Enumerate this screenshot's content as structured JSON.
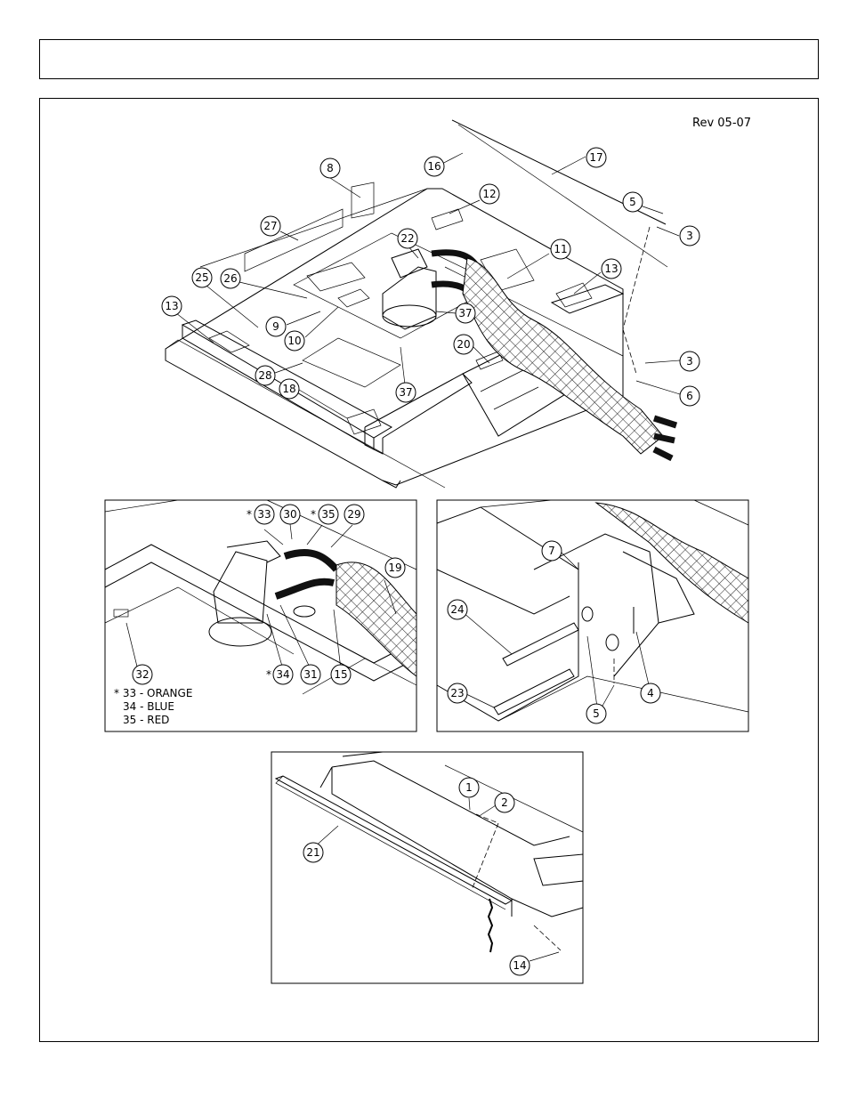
{
  "header": {
    "title": ""
  },
  "revision": "Rev 05-07",
  "main_view_callouts": [
    "8",
    "16",
    "17",
    "12",
    "5",
    "3",
    "27",
    "22",
    "11",
    "13",
    "25",
    "26",
    "9",
    "37",
    "10",
    "13",
    "3",
    "20",
    "6",
    "28",
    "37",
    "18"
  ],
  "hose_view_callouts": [
    "33",
    "30",
    "35",
    "29",
    "19",
    "32",
    "34",
    "31",
    "15"
  ],
  "bracket_view_callouts": [
    "7",
    "24",
    "4",
    "23",
    "5"
  ],
  "chain_view_callouts": [
    "1",
    "2",
    "21",
    "14"
  ],
  "color_legend": {
    "line1": "* 33 - ORANGE",
    "line2": "34 - BLUE",
    "line3": "35 - RED"
  },
  "icons": {
    "reference_mark": "asterisk"
  }
}
